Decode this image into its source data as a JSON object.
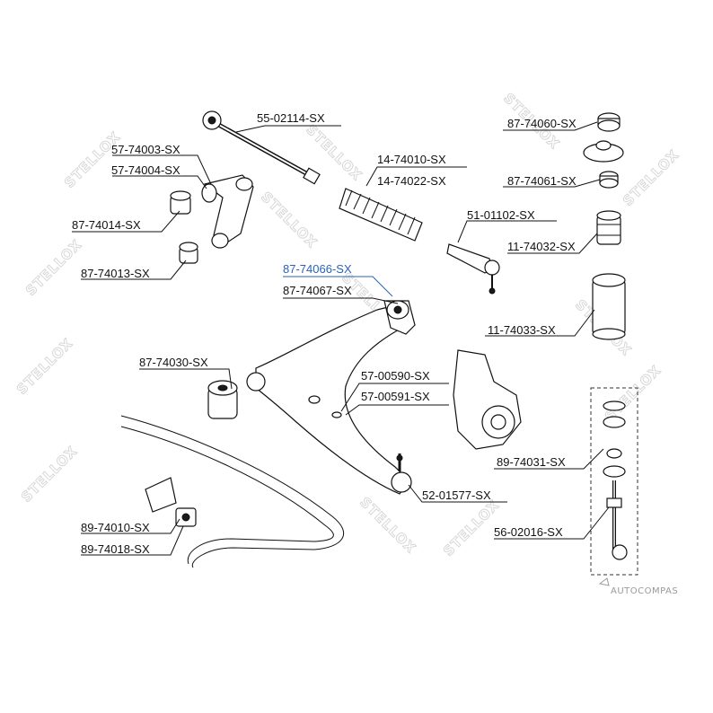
{
  "diagram": {
    "watermark_text": "STELLOX",
    "brand_text": "AUTOCOMPAS",
    "accent_color": "#2a63b8",
    "labels": {
      "p55_02114": "55-02114-SX",
      "p57_74003": "57-74003-SX",
      "p57_74004": "57-74004-SX",
      "p87_74014": "87-74014-SX",
      "p87_74013": "87-74013-SX",
      "p14_74010": "14-74010-SX",
      "p14_74022": "14-74022-SX",
      "p51_01102": "51-01102-SX",
      "p87_74066": "87-74066-SX",
      "p87_74067": "87-74067-SX",
      "p87_74030": "87-74030-SX",
      "p57_00590": "57-00590-SX",
      "p57_00591": "57-00591-SX",
      "p52_01577": "52-01577-SX",
      "p89_74010": "89-74010-SX",
      "p89_74018": "89-74018-SX",
      "p87_74060": "87-74060-SX",
      "p87_74061": "87-74061-SX",
      "p11_74032": "11-74032-SX",
      "p11_74033": "11-74033-SX",
      "p89_74031": "89-74031-SX",
      "p56_02016": "56-02016-SX"
    }
  }
}
